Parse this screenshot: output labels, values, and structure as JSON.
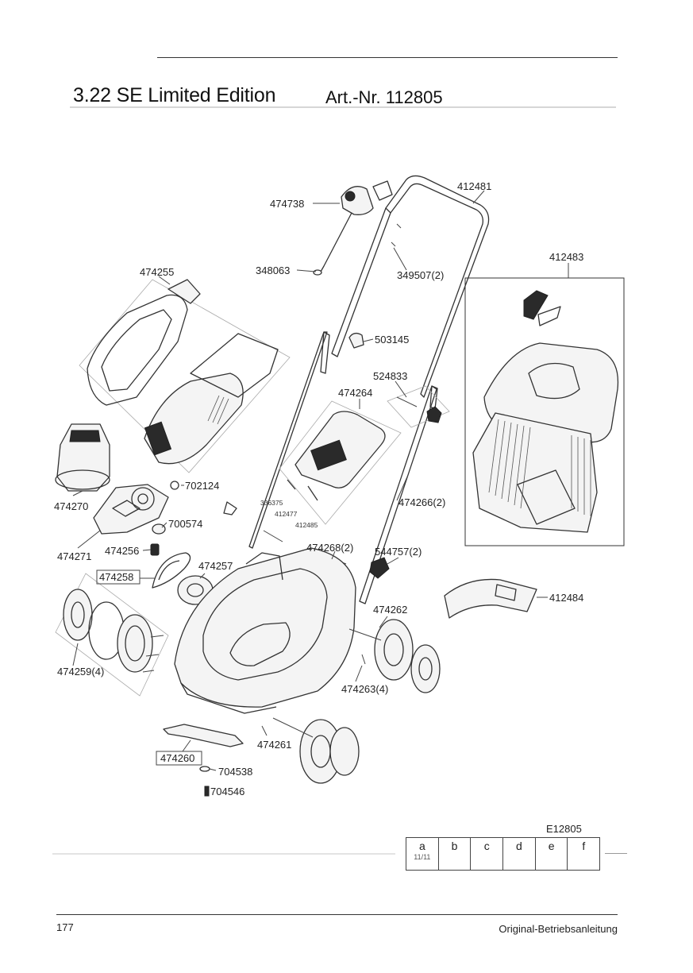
{
  "header": {
    "title": "3.22 SE Limited Edition",
    "article_number": "Art.-Nr. 112805"
  },
  "diagram": {
    "part_labels": {
      "p412481": "412481",
      "p474738": "474738",
      "p348063": "348063",
      "p349507": "349507(2)",
      "p412483": "412483",
      "p474255": "474255",
      "p503145": "503145",
      "p524833": "524833",
      "p474264": "474264",
      "p702124": "702124",
      "p474270": "474270",
      "p336375": "336375",
      "p412477": "412477",
      "p412485": "412485",
      "p474266": "474266(2)",
      "p700574": "700574",
      "p474271": "474271",
      "p474256": "474256",
      "p474268": "474268(2)",
      "p544757": "544757(2)",
      "p474258": "474258",
      "p474257": "474257",
      "p412484": "412484",
      "p474262": "474262",
      "p474259": "474259(4)",
      "p474263": "474263(4)",
      "p474261": "474261",
      "p474260": "474260",
      "p704538": "704538",
      "p704546": "704546"
    }
  },
  "revision_block": {
    "code": "E12805",
    "columns": [
      "a",
      "b",
      "c",
      "d",
      "e",
      "f"
    ],
    "column_a_sub": "11/11"
  },
  "footer": {
    "page_number": "177",
    "text": "Original-Betriebsanleitung"
  }
}
